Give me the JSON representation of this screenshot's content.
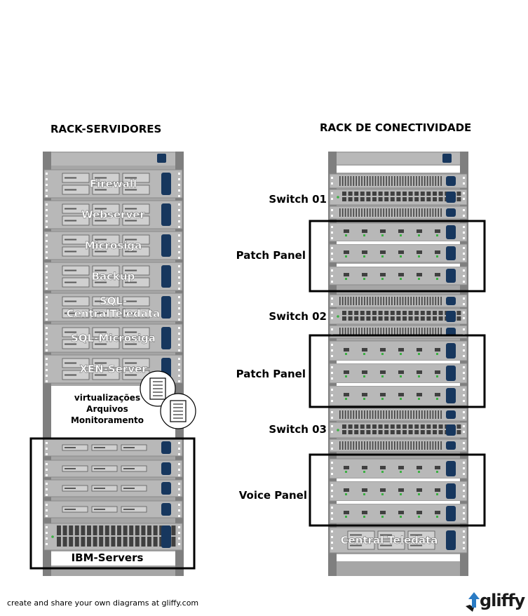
{
  "rack_servers": {
    "title": "RACK-SERVIDORES",
    "units": [
      {
        "label": "Firewall"
      },
      {
        "label": "Webserver"
      },
      {
        "label": "Microsiga"
      },
      {
        "label": "Backup"
      },
      {
        "label": "SQL-\nCentralTeledata"
      },
      {
        "label": "SQL-Microsiga"
      },
      {
        "label": "XEN-Server"
      }
    ],
    "services_lines": [
      "virtualizações",
      "Arquivos",
      "Monitoramento"
    ],
    "ibm_label": "IBM-Servers"
  },
  "rack_connectivity": {
    "title": "RACK DE CONECTIVIDADE",
    "labels": {
      "switch1": "Switch 01",
      "patch1": "Patch Panel",
      "switch2": "Switch 02",
      "patch2": "Patch Panel",
      "switch3": "Switch 03",
      "voice": "Voice Panel"
    },
    "central_label": "Central Teledata"
  },
  "footer": {
    "text": "create and share your own diagrams at gliffy.com",
    "brand": "gliffy"
  },
  "colors": {
    "rack_frame": "#7f7f7f",
    "unit_face": "#a6a6a6",
    "handle_blue": "#17375e",
    "port_dark": "#404040",
    "led_green": "#3cb043"
  }
}
